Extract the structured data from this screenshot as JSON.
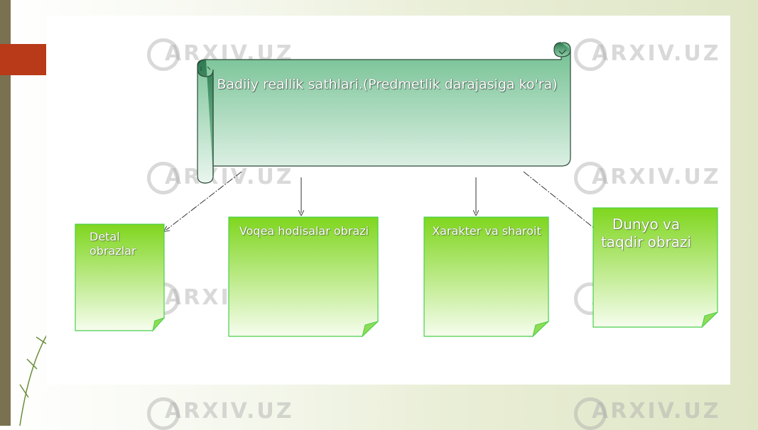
{
  "diagram": {
    "title": "Badiiy reallik sathlari.(Predmetlik darajasiga ko'ra)",
    "boxes": [
      {
        "label": "Detal obrazlar"
      },
      {
        "label": "Voqea hodisalar obrazi"
      },
      {
        "label": "Xarakter va sharoit"
      },
      {
        "label": "Dunyo va taqdir obrazi"
      }
    ]
  },
  "watermark": "ARXIV.UZ",
  "colors": {
    "scroll_top": "#6fbf8f",
    "scroll_bottom": "#eaf6ee",
    "box_top": "#7fd61e",
    "box_bottom": "#f6fdee",
    "accent": "#b83a18",
    "strip": "#7a7150"
  }
}
